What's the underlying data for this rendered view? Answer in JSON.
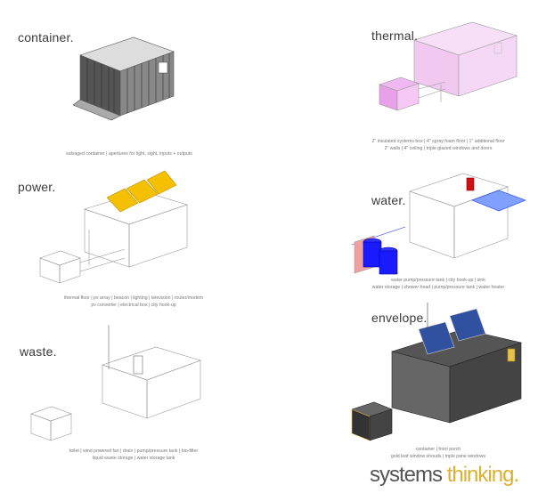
{
  "panels": {
    "container": {
      "title": "container.",
      "caption": [
        "salvaged container | apertures for light, sight, inputs + outputs"
      ]
    },
    "thermal": {
      "title": "thermal.",
      "caption": [
        "2\" insulated systems box | 4\" spray foam floor | 1\" additional floor",
        "2\" walls | 4\" ceiling | triple glazed windows and doors"
      ]
    },
    "power": {
      "title": "power.",
      "caption": [
        "thermal floor | pv array | beacon | lighting | television | router/modem",
        "pv converter | electrical box | city hook-up"
      ]
    },
    "water": {
      "title": "water.",
      "caption": [
        "water pump/pressure tank | city hook-up  | sink",
        "water storage | shower head | pump/pressure tank | water heater"
      ]
    },
    "waste": {
      "title": "waste.",
      "caption": [
        "toilet | wind powered fan | drain | pump/pressure tank | bio-filter",
        "liquid waste storage | water storage tank"
      ]
    },
    "envelope": {
      "title": "envelope.",
      "caption": [
        "container | front porch",
        "gold leaf window shouds | triple pane windows"
      ]
    }
  },
  "brand": {
    "word1": "systems ",
    "word2": "thinking."
  },
  "colors": {
    "thermal": "#f0b8f0",
    "power": "#f5c000",
    "water": "#1a1aff",
    "gold": "#e7c24a"
  }
}
